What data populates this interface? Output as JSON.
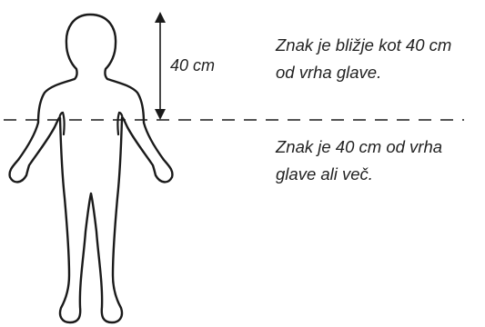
{
  "measurement_label": "40 cm",
  "caption_near": {
    "line1": "Znak je bližje kot 40 cm",
    "line2": "od vrha glave."
  },
  "caption_far": {
    "line1": "Znak je 40 cm od vrha",
    "line2": "glave ali več."
  },
  "colors": {
    "ink": "#1a1a1a",
    "text": "#222222",
    "background": "#ffffff"
  }
}
